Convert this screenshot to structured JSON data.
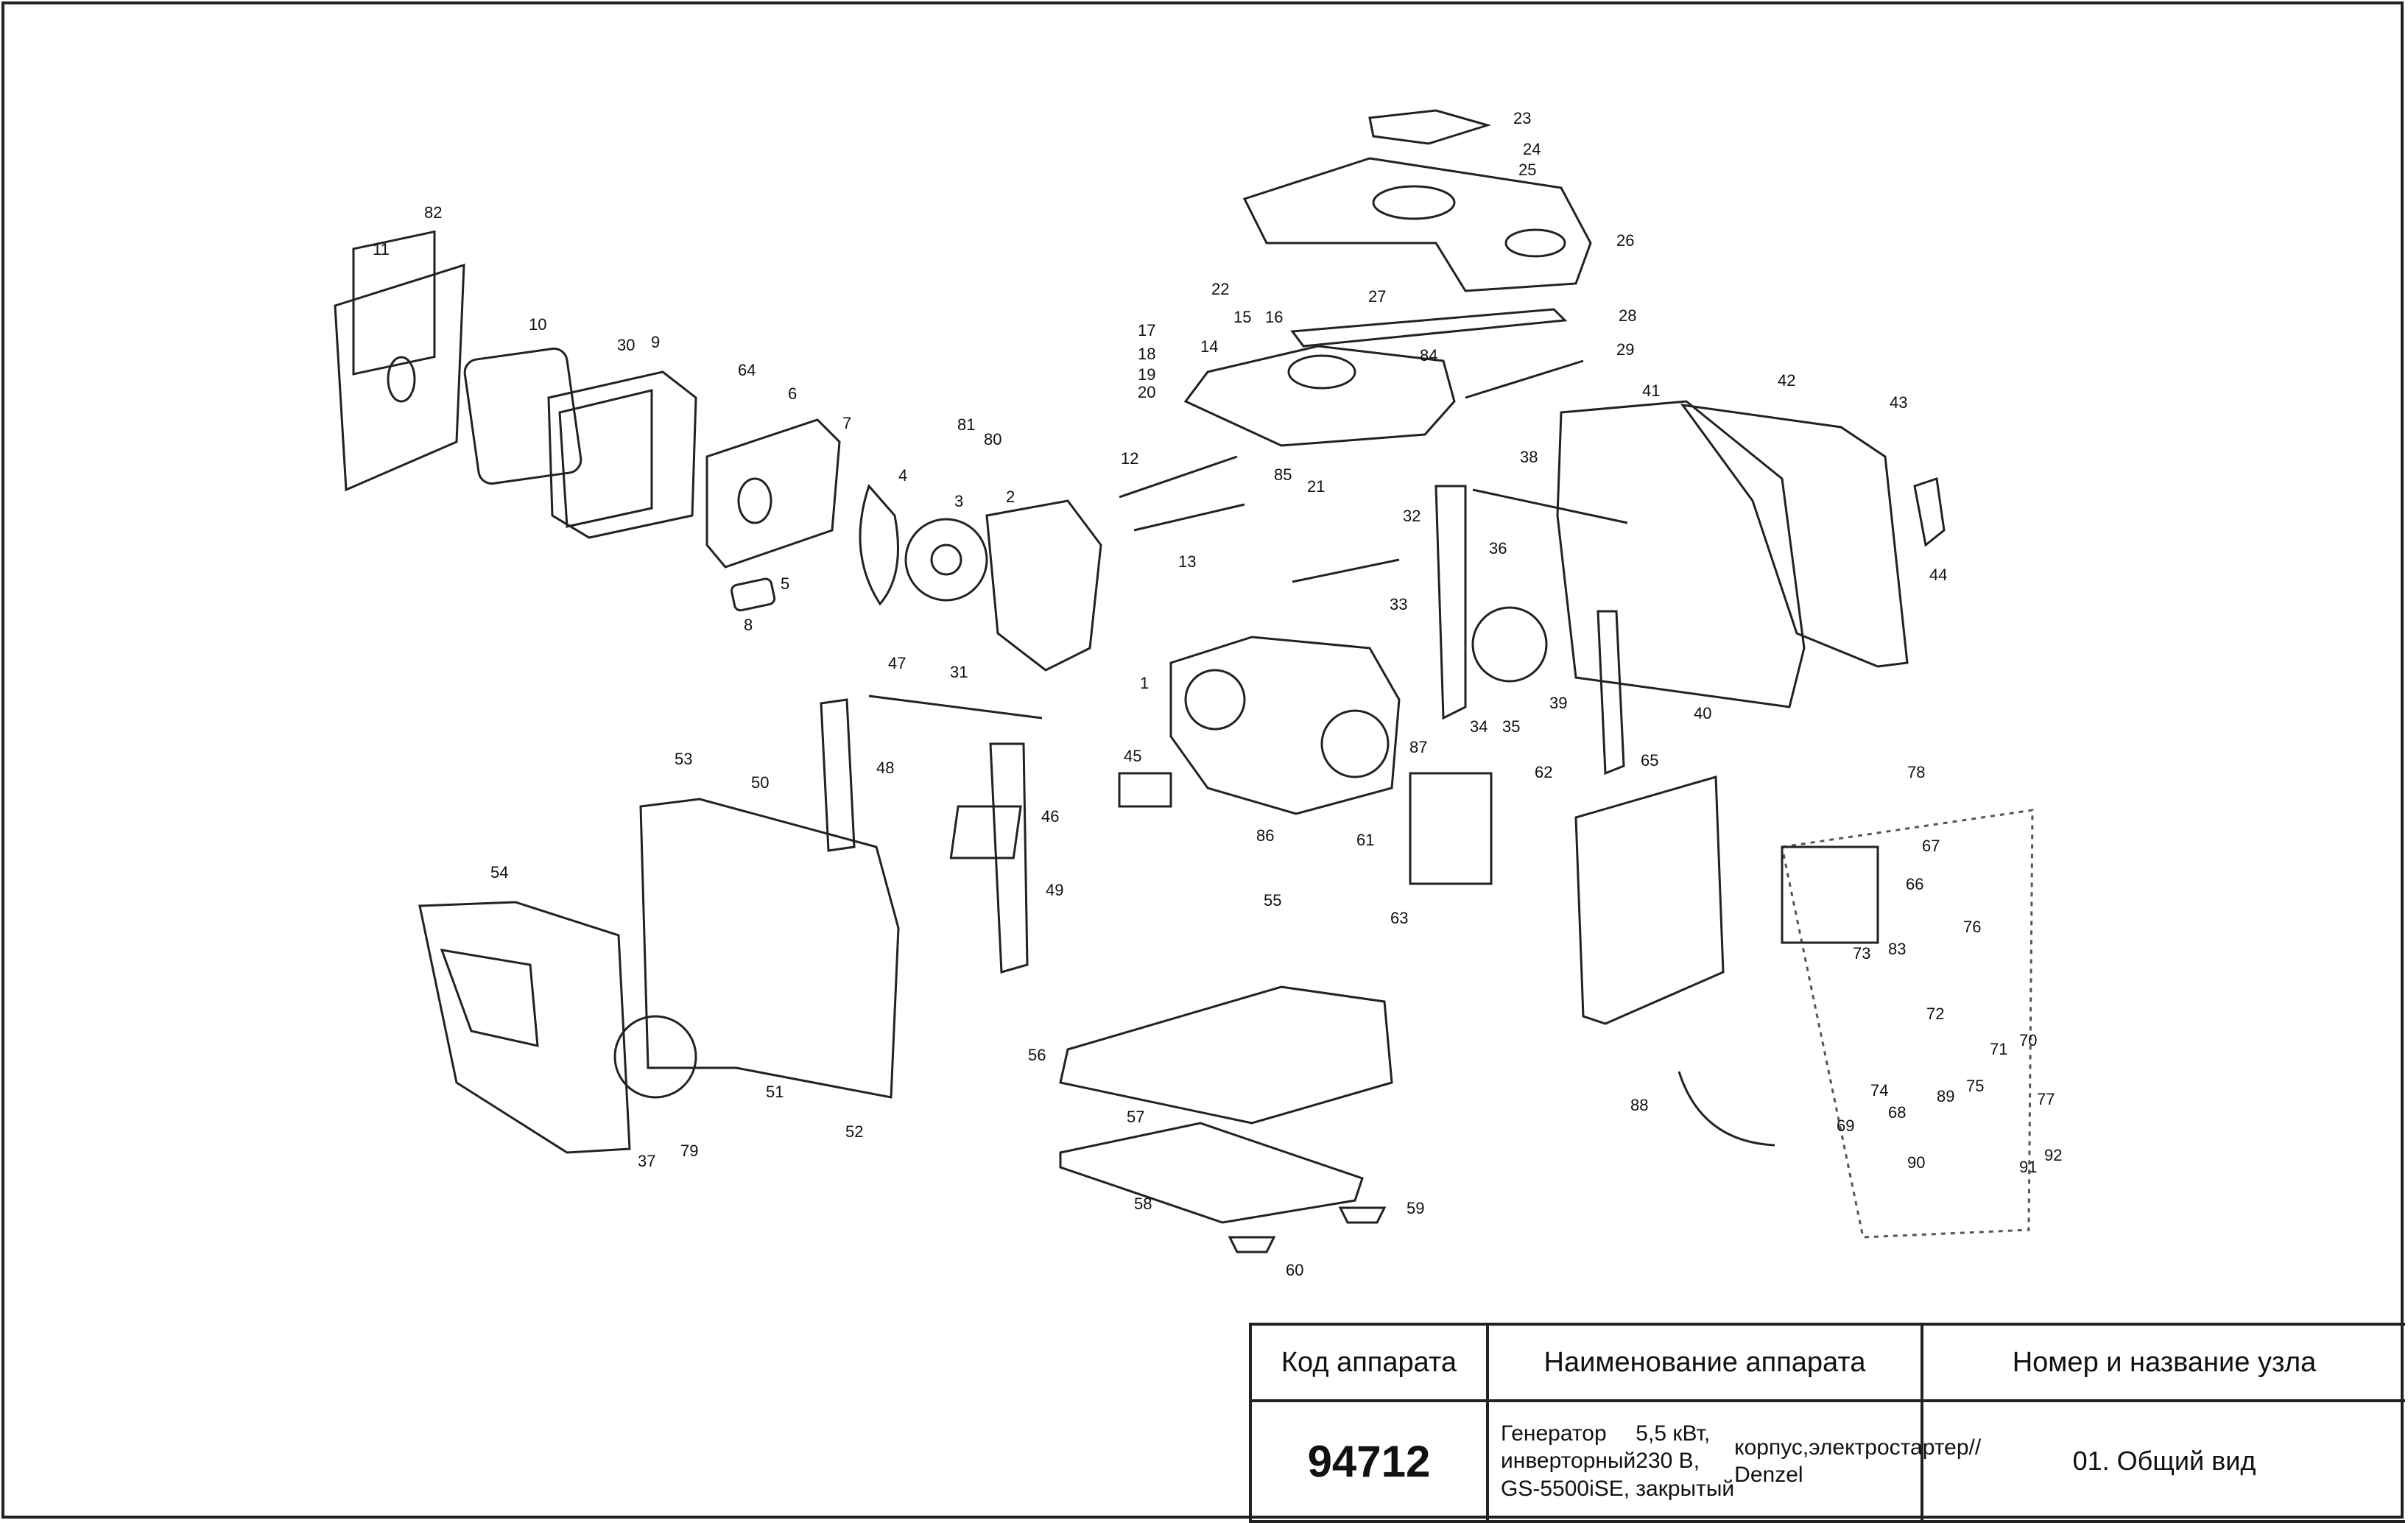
{
  "title_block": {
    "header_code": "Код аппарата",
    "header_name": "Наименование аппарата",
    "header_node": "Номер и название узла",
    "code": "94712",
    "name_line1": "Генератор инверторный GS-5500iSE,",
    "name_line2": "5,5 кВт, 230 В, закрытый",
    "name_line3": "корпус,электростартер// Denzel",
    "node": "01. Общий вид"
  },
  "callouts": [
    "1",
    "2",
    "3",
    "4",
    "5",
    "6",
    "7",
    "8",
    "9",
    "10",
    "11",
    "12",
    "13",
    "14",
    "15",
    "16",
    "17",
    "18",
    "19",
    "20",
    "21",
    "22",
    "23",
    "24",
    "25",
    "26",
    "27",
    "28",
    "29",
    "30",
    "31",
    "32",
    "33",
    "34",
    "35",
    "36",
    "37",
    "38",
    "39",
    "40",
    "41",
    "42",
    "43",
    "44",
    "45",
    "46",
    "47",
    "48",
    "49",
    "50",
    "51",
    "52",
    "53",
    "54",
    "55",
    "56",
    "57",
    "58",
    "59",
    "60",
    "61",
    "62",
    "63",
    "64",
    "65",
    "66",
    "67",
    "68",
    "69",
    "70",
    "71",
    "72",
    "73",
    "74",
    "75",
    "76",
    "77",
    "78",
    "79",
    "80",
    "81",
    "82",
    "83",
    "84",
    "85",
    "86",
    "87",
    "88",
    "89",
    "90",
    "91",
    "92"
  ]
}
